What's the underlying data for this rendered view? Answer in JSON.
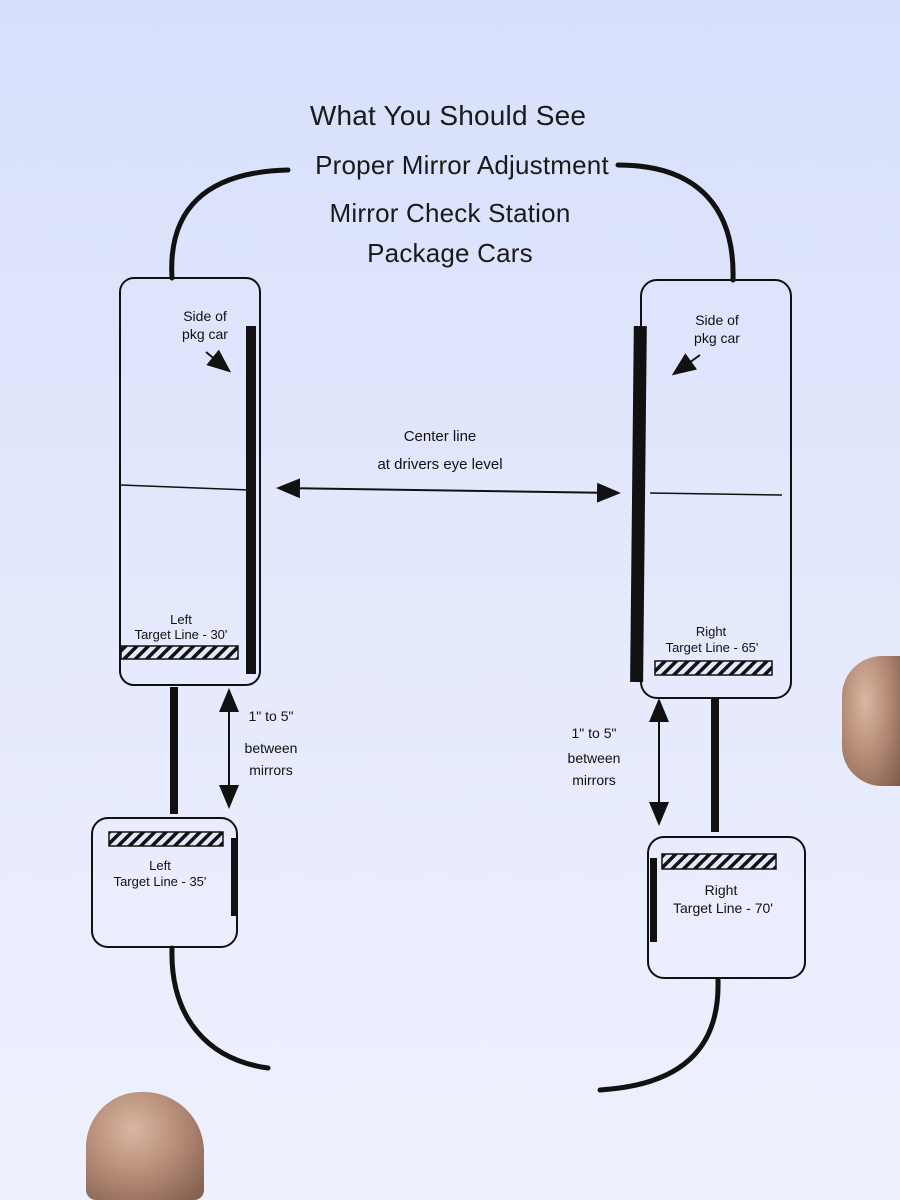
{
  "heading": {
    "line1": "What You Should See",
    "line2": "Proper Mirror Adjustment",
    "line3": "Mirror Check Station",
    "line4": "Package Cars"
  },
  "left_upper": {
    "side_label": "Side of\npkg car",
    "target_side": "Left",
    "target_line": "Target Line - 30'"
  },
  "right_upper": {
    "side_label": "Side of\npkg car",
    "target_side": "Right",
    "target_line": "Target Line - 65'"
  },
  "left_lower": {
    "target_side": "Left",
    "target_line": "Target Line - 35'"
  },
  "right_lower": {
    "target_side": "Right",
    "target_line": "Target Line - 70'"
  },
  "center_line": {
    "line1": "Center line",
    "line2": "at drivers eye level"
  },
  "gap_label": {
    "line1": "1\" to 5\"",
    "line2": "between",
    "line3": "mirrors"
  },
  "colors": {
    "ink": "#111111",
    "paper": "#e3e8fc"
  }
}
